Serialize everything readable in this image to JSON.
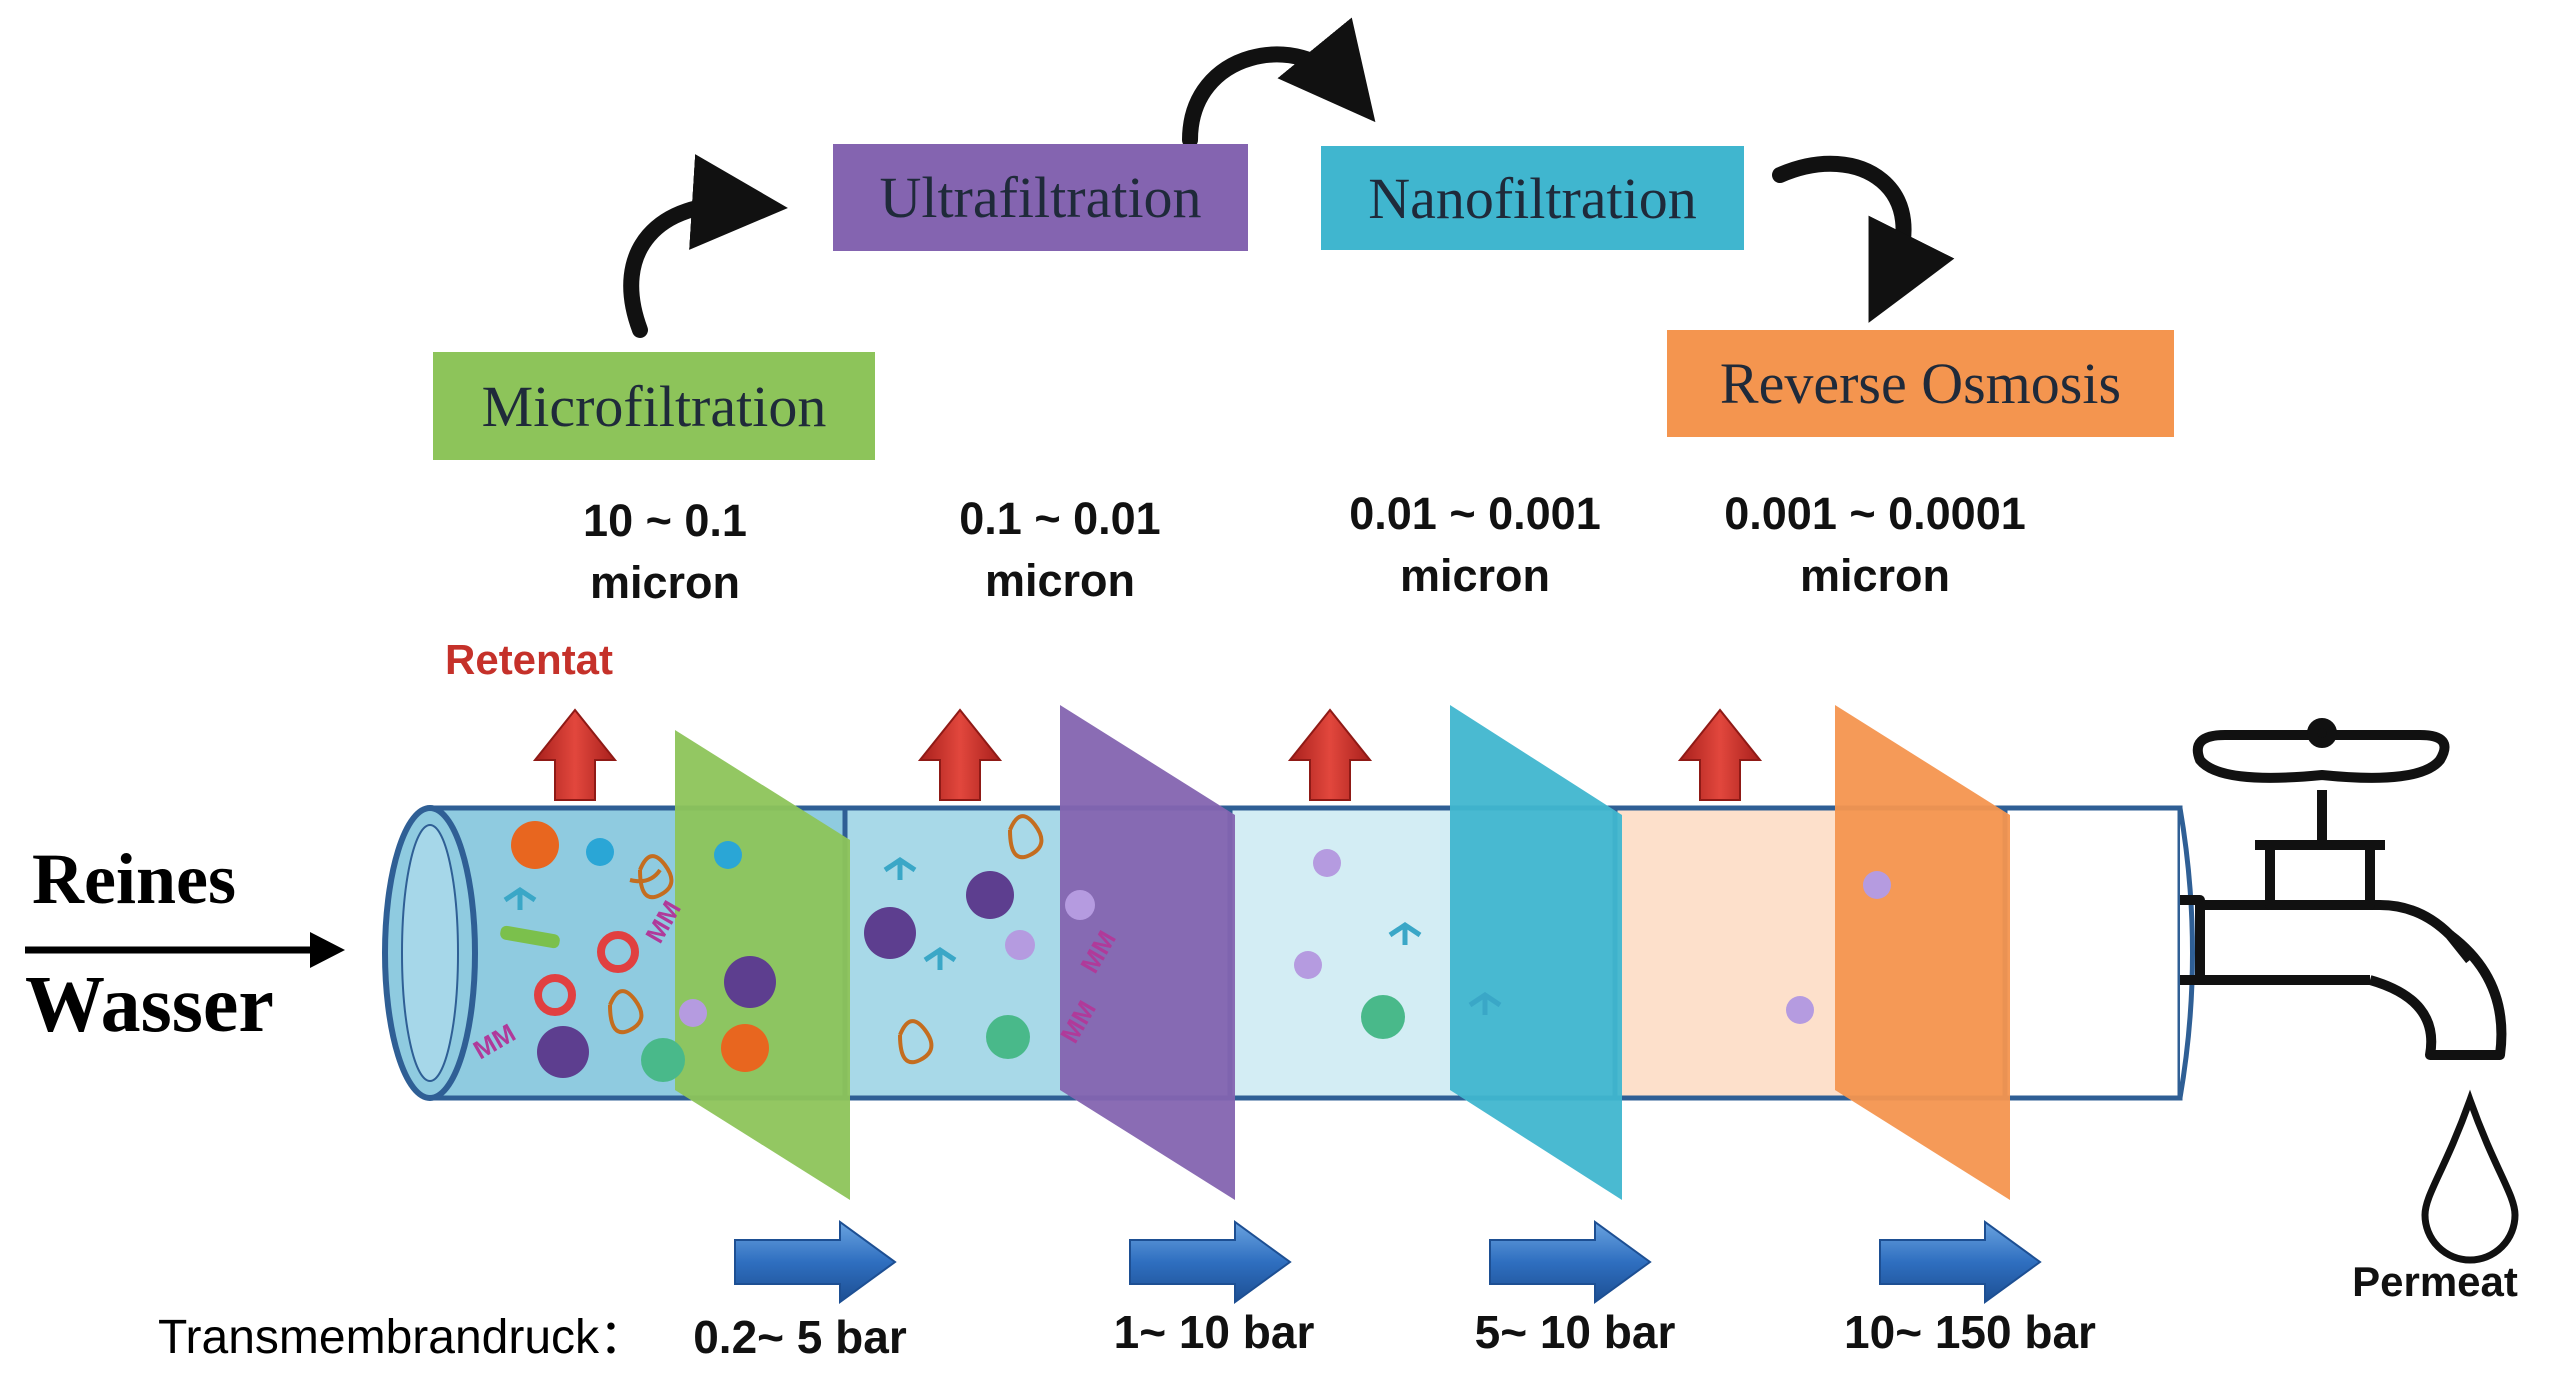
{
  "feed": {
    "line1": "Reines",
    "line2": "Wasser"
  },
  "stages": [
    {
      "name": "Microfiltration",
      "pore_line1": "10 ~ 0.1",
      "pore_line2": "micron",
      "pressure": "0.2~ 5 bar",
      "color": "#8dc45a"
    },
    {
      "name": "Ultrafiltration",
      "pore_line1": "0.1 ~ 0.01",
      "pore_line2": "micron",
      "pressure": "1~ 10 bar",
      "color": "#8464b0"
    },
    {
      "name": "Nanofiltration",
      "pore_line1": "0.01 ~ 0.001",
      "pore_line2": "micron",
      "pressure": "5~ 10 bar",
      "color": "#40b6cf"
    },
    {
      "name": "Reverse Osmosis",
      "pore_line1": "0.001 ~ 0.0001",
      "pore_line2": "micron",
      "pressure": "10~ 150 bar",
      "color": "#f4954f"
    }
  ],
  "retentate_label": "Retentat",
  "permeate_label": "Permeat",
  "transmembrane_label": "Transmembrandruck：",
  "colors": {
    "pipe_outline": "#2f5f95",
    "segment1_fill": "#8fcbe0",
    "segment2_fill": "#a8d9e8",
    "segment3_fill": "#d3edf4",
    "segment4_fill": "#fde0cb",
    "retentate_arrow": "#d23a33",
    "pressure_arrow": "#3f7ec9"
  },
  "icons": [
    "curved-arrow-icon",
    "retentate-arrow-icon",
    "pressure-arrow-icon",
    "water-tap-icon",
    "water-drop-icon",
    "feed-arrow-icon",
    "particle-icon"
  ]
}
